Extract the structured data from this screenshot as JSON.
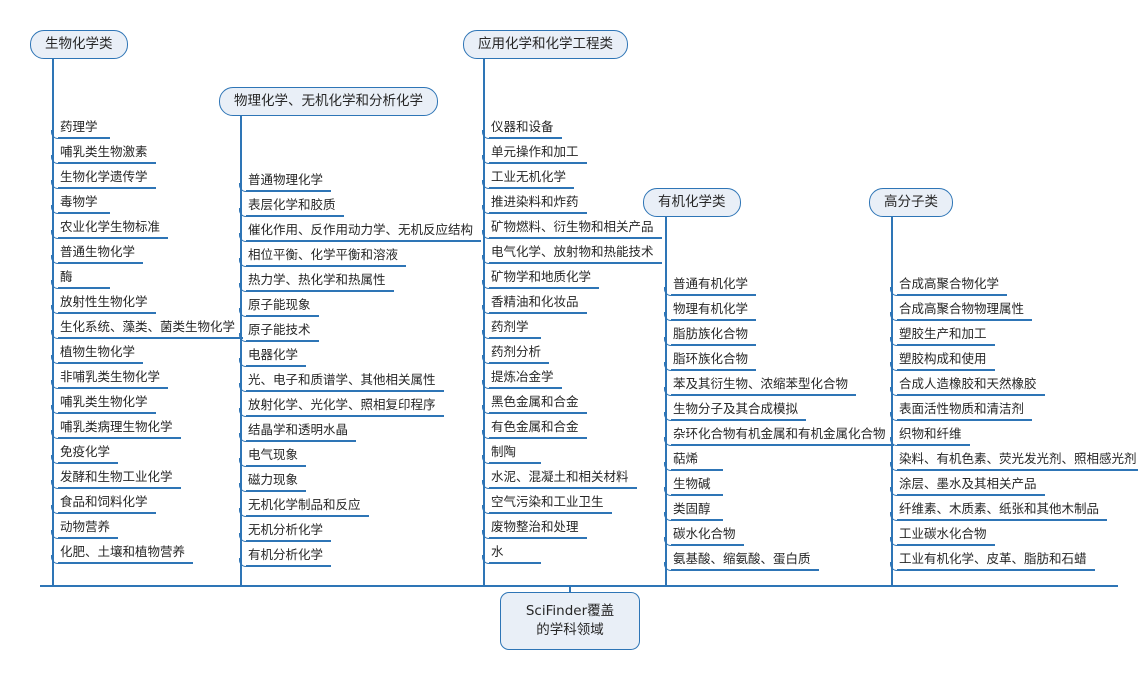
{
  "diagram": {
    "type": "mindmap",
    "root": {
      "label_line1": "SciFinder覆盖",
      "label_line2": "的学科领域"
    },
    "accent_color": "#2e75b6",
    "node_fill": "#e9eff7",
    "text_color": "#262626",
    "branches": [
      {
        "id": "biochem",
        "title": "生物化学类",
        "items": [
          "药理学",
          "哺乳类生物激素",
          "生物化学遗传学",
          "毒物学",
          "农业化学生物标准",
          "普通生物化学",
          "酶",
          "放射性生物化学",
          "生化系统、藻类、菌类生物化学",
          "植物生物化学",
          "非哺乳类生物化学",
          "哺乳类生物化学",
          "哺乳类病理生物化学",
          "免疫化学",
          "发酵和生物工业化学",
          "食品和饲料化学",
          "动物营养",
          "化肥、土壤和植物营养"
        ]
      },
      {
        "id": "physical-inorganic-analytical",
        "title": "物理化学、无机化学和分析化学",
        "items": [
          "普通物理化学",
          "表层化学和胶质",
          "催化作用、反作用动力学、无机反应结构",
          "相位平衡、化学平衡和溶液",
          "热力学、热化学和热属性",
          "原子能现象",
          "原子能技术",
          "电器化学",
          "光、电子和质谱学、其他相关属性",
          "放射化学、光化学、照相复印程序",
          "结晶学和透明水晶",
          "电气现象",
          "磁力现象",
          "无机化学制品和反应",
          "无机分析化学",
          "有机分析化学"
        ]
      },
      {
        "id": "applied-chem-engineering",
        "title": "应用化学和化学工程类",
        "items": [
          "仪器和设备",
          "单元操作和加工",
          "工业无机化学",
          "推进染料和炸药",
          "矿物燃料、衍生物和相关产品",
          "电气化学、放射物和热能技术",
          "矿物学和地质化学",
          "香精油和化妆品",
          "药剂学",
          "药剂分析",
          "提炼冶金学",
          "黑色金属和合金",
          "有色金属和合金",
          "制陶",
          "水泥、混凝土和相关材料",
          "空气污染和工业卫生",
          "废物整治和处理",
          "水"
        ]
      },
      {
        "id": "organic",
        "title": "有机化学类",
        "items": [
          "普通有机化学",
          "物理有机化学",
          "脂肪族化合物",
          "脂环族化合物",
          "苯及其衍生物、浓缩苯型化合物",
          "生物分子及其合成模拟",
          "杂环化合物有机金属和有机金属化合物",
          "萜烯",
          "生物碱",
          "类固醇",
          "碳水化合物",
          "氨基酸、缩氨酸、蛋白质"
        ]
      },
      {
        "id": "macromolecular",
        "title": "高分子类",
        "items": [
          "合成高聚合物化学",
          "合成高聚合物物理属性",
          "塑胶生产和加工",
          "塑胶构成和使用",
          "合成人造橡胶和天然橡胶",
          "表面活性物质和清洁剂",
          "织物和纤维",
          "染料、有机色素、荧光发光剂、照相感光剂",
          "涂层、墨水及其相关产品",
          "纤维素、木质素、纸张和其他木制品",
          "工业碳水化合物",
          "工业有机化学、皮革、脂肪和石蜡"
        ]
      }
    ]
  }
}
